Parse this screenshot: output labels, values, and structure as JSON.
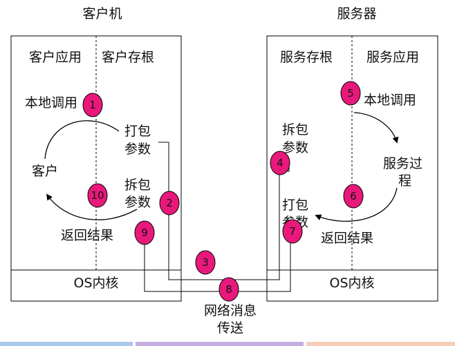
{
  "client": {
    "title": "客户机",
    "app_label": "客户应用",
    "stub_label": "客户存根",
    "local_call": "本地调用",
    "pack_params": [
      "打包",
      "参数"
    ],
    "unpack_params": [
      "拆包",
      "参数"
    ],
    "client_label": "客户",
    "return_result": "返回结果",
    "os_kernel": "OS内核"
  },
  "server": {
    "title": "服务器",
    "stub_label": "服务存根",
    "app_label": "服务应用",
    "local_call": "本地调用",
    "unpack_params": [
      "拆包",
      "参数"
    ],
    "service_process": [
      "服务过",
      "程"
    ],
    "pack_params": [
      "打包",
      "参数"
    ],
    "return_result": "返回结果",
    "os_kernel": "OS内核"
  },
  "network": {
    "label": [
      "网络消息",
      "传送"
    ]
  },
  "steps": [
    "1",
    "2",
    "3",
    "4",
    "5",
    "6",
    "7",
    "8",
    "9",
    "10"
  ],
  "colors": {
    "step_fill": "#e8197a",
    "line": "#000000",
    "bottom_bar": [
      "#a9c9ea",
      "#c2aee0",
      "#f6cdb6"
    ]
  }
}
